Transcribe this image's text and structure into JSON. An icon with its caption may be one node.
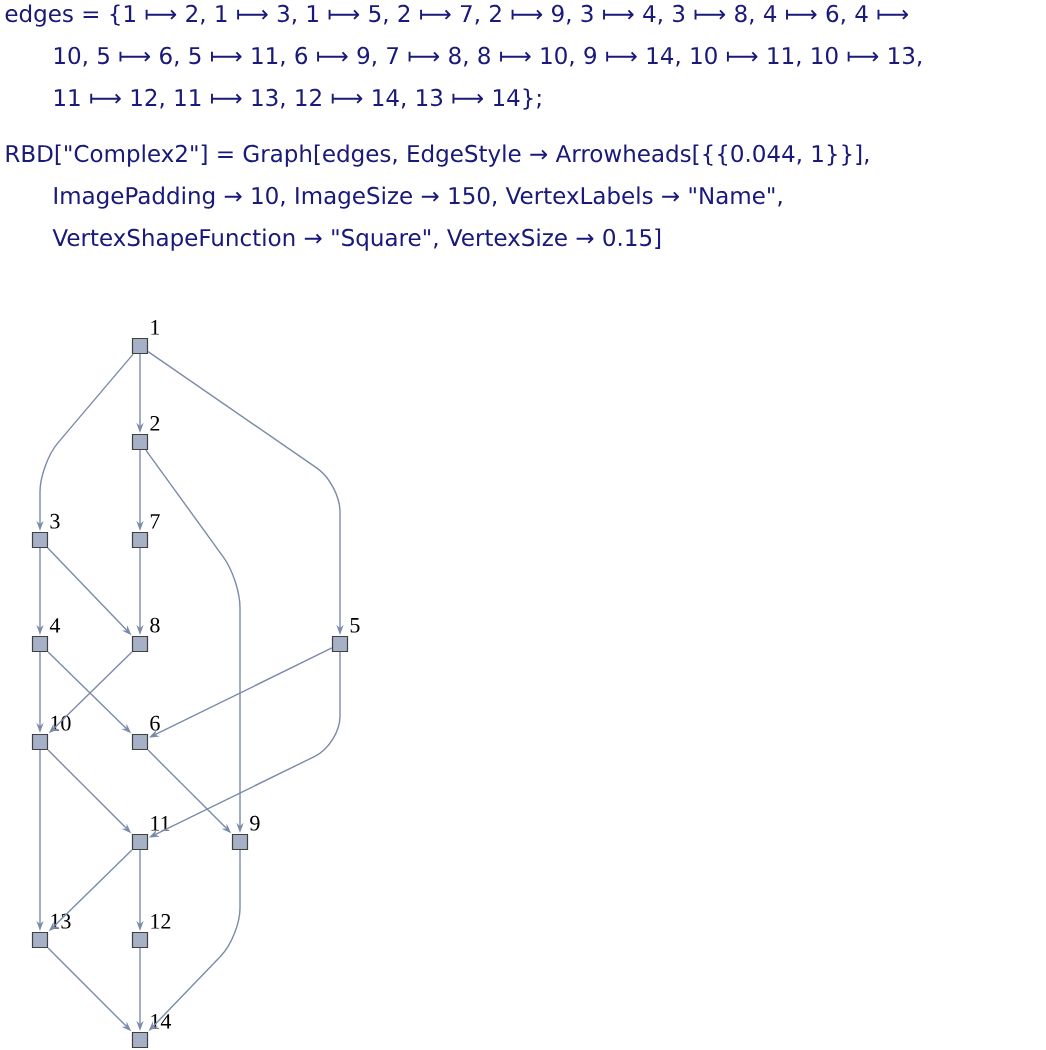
{
  "diagram": {
    "nodes": [
      {
        "text": [],
        "shape": "box",
        "beside": [
          "1"
        ]
      },
      {
        "text": [],
        "shape": "box",
        "beside": [
          "2"
        ]
      },
      {
        "text": [],
        "shape": "box",
        "beside": [
          "3"
        ]
      },
      {
        "text": [],
        "shape": "box",
        "beside": [
          "7"
        ]
      },
      {
        "text": [],
        "shape": "box",
        "beside": [
          "4"
        ]
      },
      {
        "text": [],
        "shape": "box",
        "beside": [
          "8"
        ]
      },
      {
        "text": [],
        "shape": "box",
        "beside": [
          "5"
        ]
      },
      {
        "text": [],
        "shape": "box",
        "beside": [
          "10"
        ]
      },
      {
        "text": [],
        "shape": "box",
        "beside": [
          "6"
        ]
      },
      {
        "text": [],
        "shape": "box",
        "beside": [
          "11"
        ]
      },
      {
        "text": [],
        "shape": "box",
        "beside": [
          "9"
        ]
      },
      {
        "text": [],
        "shape": "box",
        "beside": [
          "13"
        ]
      },
      {
        "text": [],
        "shape": "box",
        "beside": [
          "12"
        ]
      },
      {
        "text": [],
        "shape": "box",
        "beside": [
          "14"
        ]
      }
    ],
    "edges": [
      {
        "from": 0,
        "to": 1,
        "arrow": "to"
      },
      {
        "from": 0,
        "to": 2,
        "arrow": "to"
      },
      {
        "from": 0,
        "to": 6,
        "arrow": "to"
      },
      {
        "from": 1,
        "to": 3,
        "arrow": "to"
      },
      {
        "from": 1,
        "to": 10,
        "arrow": "to"
      },
      {
        "from": 2,
        "to": 4,
        "arrow": "to"
      },
      {
        "from": 2,
        "to": 5,
        "arrow": "to"
      },
      {
        "from": 4,
        "to": 8,
        "arrow": "to"
      },
      {
        "from": 4,
        "to": 7,
        "arrow": "to"
      },
      {
        "from": 6,
        "to": 8,
        "arrow": "to"
      },
      {
        "from": 6,
        "to": 9,
        "arrow": "to"
      },
      {
        "from": 8,
        "to": 10,
        "arrow": "to"
      },
      {
        "from": 3,
        "to": 5,
        "arrow": "to"
      },
      {
        "from": 5,
        "to": 7,
        "arrow": "to"
      },
      {
        "from": 10,
        "to": 13,
        "arrow": "to"
      },
      {
        "from": 7,
        "to": 9,
        "arrow": "to"
      },
      {
        "from": 7,
        "to": 11,
        "arrow": "to"
      },
      {
        "from": 9,
        "to": 12,
        "arrow": "to"
      },
      {
        "from": 9,
        "to": 11,
        "arrow": "to"
      },
      {
        "from": 12,
        "to": 13,
        "arrow": "to"
      },
      {
        "from": 11,
        "to": 13,
        "arrow": "to"
      }
    ],
    "labels": [
      "edges = {1 ⟼ 2, 1 ⟼ 3, 1 ⟼ 5, 2 ⟼ 7, 2 ⟼ 9, 3 ⟼ 4, 3 ⟼ 8, 4 ⟼ 6, 4 ⟼ 10, 5 ⟼ 6, 5 ⟼ 11, 6 ⟼ 9, 7 ⟼ 8, 8 ⟼ 10, 9 ⟼ 14, 10 ⟼ 11, 10 ⟼ 13, 11 ⟼ 12, 11 ⟼ 13, 12 ⟼ 14, 13 ⟼ 14};",
      "RBD[\"Complex2\"] = Graph[edges, EdgeStyle → Arrowheads[{{0.044, 1}}], ImagePadding → 10, ImageSize → 150, VertexLabels → \"Name\", VertexShapeFunction → \"Square\", VertexSize → 0.15]"
    ]
  }
}
